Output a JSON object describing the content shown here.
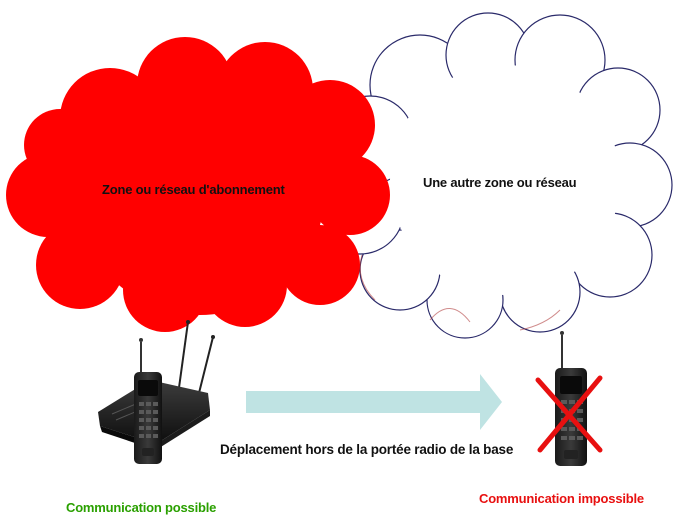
{
  "labels": {
    "home_zone": "Zone ou réseau d'abonnement",
    "other_zone": "Une autre zone ou réseau",
    "movement": "Déplacement hors de la portée radio de la base",
    "possible": "Communication possible",
    "impossible": "Communication impossible"
  },
  "colors": {
    "home_cloud": "#ff0000",
    "other_cloud_outline": "#2a2a6a",
    "arrow": "#bfe3e3",
    "possible": "#2aa000",
    "impossible": "#e81010"
  },
  "icons": {
    "home_base": "cordless-base-station-icon",
    "handset_left": "mobile-handset-icon",
    "handset_right": "mobile-handset-icon",
    "cross": "red-cross-icon"
  }
}
